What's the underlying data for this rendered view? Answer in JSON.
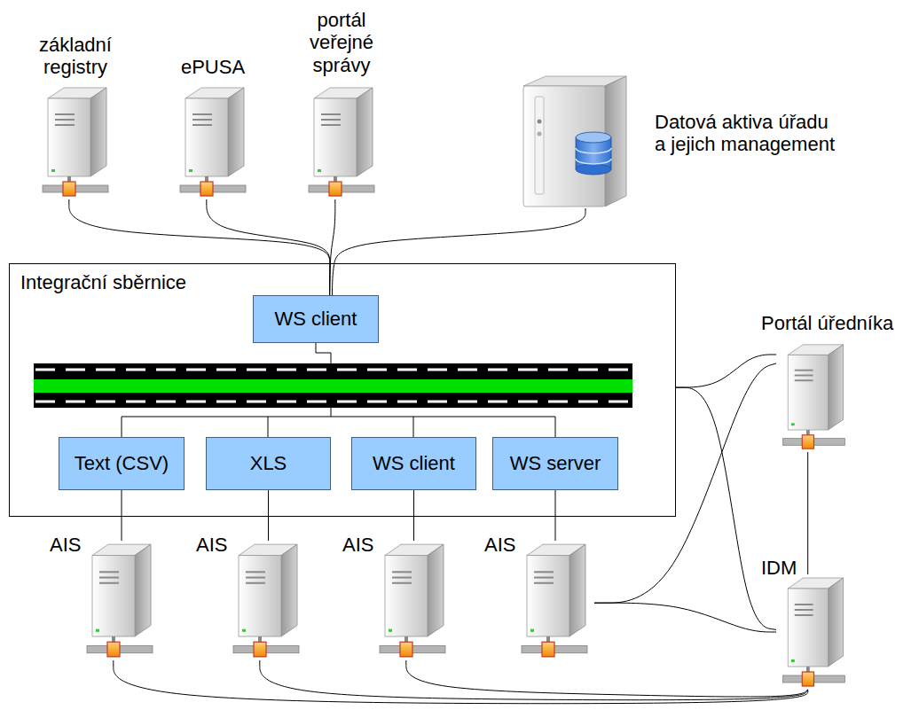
{
  "diagram": {
    "nodes": [
      {
        "text": [
          "základní registry"
        ]
      },
      {
        "text": [
          "ePUSA"
        ]
      },
      {
        "text": [
          "portál veřejné správy"
        ]
      },
      {
        "text": [
          "Datová aktiva úřadu a jejich management"
        ]
      },
      {
        "text": [
          "Integrační sběrnice"
        ]
      },
      {
        "text": [
          "WS client"
        ],
        "in": 4
      },
      {
        "text": [
          "Text (CSV)"
        ],
        "in": 4
      },
      {
        "text": [
          "XLS"
        ],
        "in": 4
      },
      {
        "text": [
          "WS client"
        ],
        "in": 4
      },
      {
        "text": [
          "WS server"
        ],
        "in": 4
      },
      {
        "text": [
          "Portál úředníka"
        ]
      },
      {
        "text": [
          "AIS"
        ]
      },
      {
        "text": [
          "AIS"
        ]
      },
      {
        "text": [
          "AIS"
        ]
      },
      {
        "text": [
          "AIS"
        ]
      },
      {
        "text": [
          "IDM"
        ]
      }
    ],
    "edges": [
      {
        "from": 0,
        "to": 5,
        "arrow": "none"
      },
      {
        "from": 1,
        "to": 5,
        "arrow": "none"
      },
      {
        "from": 2,
        "to": 5,
        "arrow": "none"
      },
      {
        "from": 3,
        "to": 5,
        "arrow": "none"
      },
      {
        "from": 6,
        "to": 11,
        "arrow": "none"
      },
      {
        "from": 7,
        "to": 12,
        "arrow": "none"
      },
      {
        "from": 8,
        "to": 13,
        "arrow": "none"
      },
      {
        "from": 9,
        "to": 14,
        "arrow": "none"
      },
      {
        "from": 4,
        "to": 10,
        "arrow": "none"
      },
      {
        "from": 4,
        "to": 15,
        "arrow": "none"
      },
      {
        "from": 14,
        "to": 10,
        "arrow": "none"
      },
      {
        "from": 14,
        "to": 15,
        "arrow": "none"
      },
      {
        "from": 10,
        "to": 15,
        "arrow": "none"
      },
      {
        "from": 11,
        "to": 15,
        "arrow": "none"
      },
      {
        "from": 12,
        "to": 15,
        "arrow": "none"
      },
      {
        "from": 13,
        "to": 15,
        "arrow": "none"
      }
    ]
  }
}
